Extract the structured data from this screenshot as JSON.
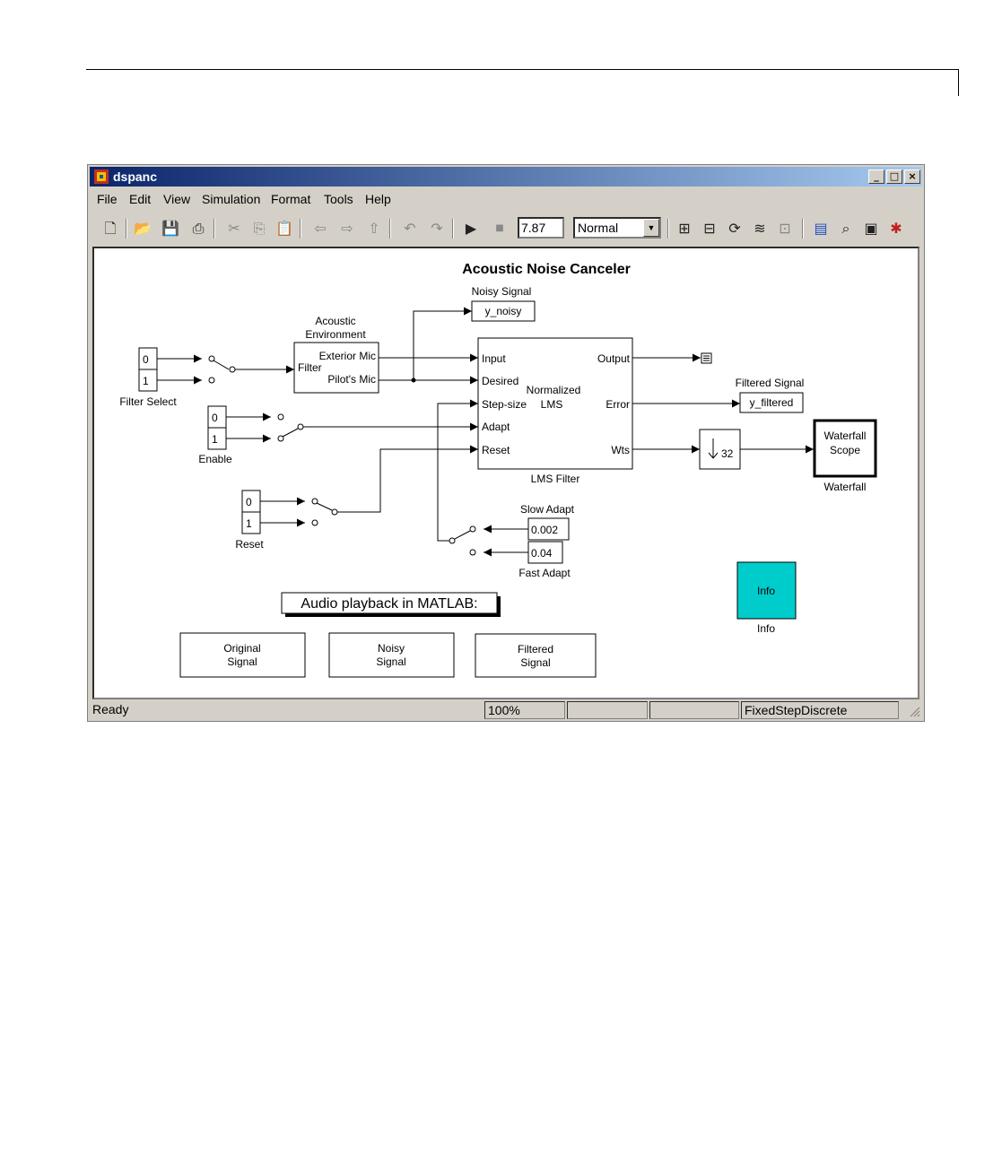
{
  "window": {
    "title": "dspanc"
  },
  "menu": [
    "File",
    "Edit",
    "View",
    "Simulation",
    "Format",
    "Tools",
    "Help"
  ],
  "toolbar": {
    "stop_time": "7.87",
    "sim_mode": "Normal"
  },
  "diagram": {
    "title": "Acoustic Noise Canceler",
    "noisy_signal_label": "Noisy Signal",
    "noisy_signal_block": "y_noisy",
    "acoustic_env_label_1": "Acoustic",
    "acoustic_env_label_2": "Environment",
    "env_port_filter": "Filter",
    "env_port_exterior": "Exterior Mic",
    "env_port_pilot": "Pilot's Mic",
    "filter_select_label": "Filter Select",
    "const_0": "0",
    "const_1": "1",
    "enable_label": "Enable",
    "reset_label": "Reset",
    "lms_in_input": "Input",
    "lms_in_desired": "Desired",
    "lms_in_stepsize": "Step-size",
    "lms_in_adapt": "Adapt",
    "lms_in_reset": "Reset",
    "lms_out_output": "Output",
    "lms_out_error": "Error",
    "lms_out_wts": "Wts",
    "lms_center_1": "Normalized",
    "lms_center_2": "LMS",
    "lms_label": "LMS Filter",
    "filtered_signal_label": "Filtered Signal",
    "filtered_signal_block": "y_filtered",
    "downsample_value": "32",
    "waterfall_line_1": "Waterfall",
    "waterfall_line_2": "Scope",
    "waterfall_label": "Waterfall",
    "slow_adapt_label": "Slow Adapt",
    "slow_adapt_value": "0.002",
    "fast_adapt_value": "0.04",
    "fast_adapt_label": "Fast Adapt",
    "audio_note": "Audio playback in MATLAB:",
    "info_block": "Info",
    "info_label": "Info",
    "btn_original_1": "Original",
    "btn_original_2": "Signal",
    "btn_noisy_1": "Noisy",
    "btn_noisy_2": "Signal",
    "btn_filtered_1": "Filtered",
    "btn_filtered_2": "Signal",
    "colors": {
      "info_fill": "#00cccc"
    }
  },
  "status": {
    "state": "Ready",
    "zoom": "100%",
    "field3": "",
    "field4": "",
    "solver": "FixedStepDiscrete"
  }
}
